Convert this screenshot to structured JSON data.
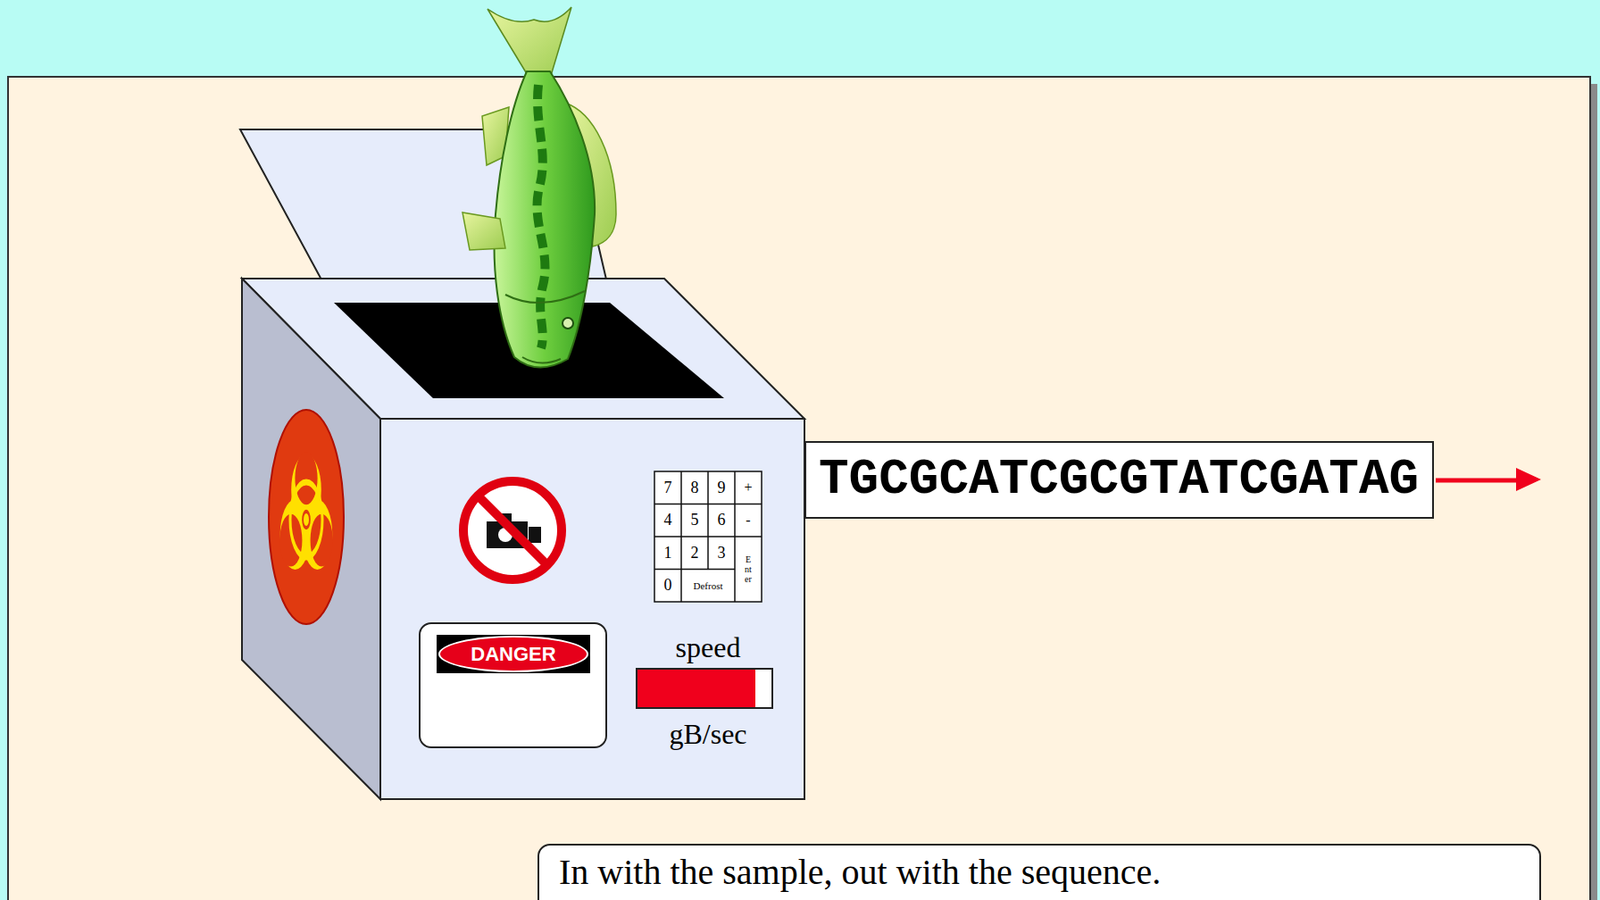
{
  "diagram": {
    "nodes": [
      {
        "text": [
          "TGCGCATCGCGTATCGATAG"
        ]
      },
      {
        "text": [
          "DANGER"
        ]
      },
      {
        "text": [
          "In with the sample, out with the sequence."
        ]
      }
    ],
    "labels": [
      "7",
      "8",
      "9",
      "+",
      "4",
      "5",
      "6",
      "-",
      "1",
      "2",
      "3",
      "Enter",
      "0",
      "Defrost",
      "speed",
      "gB/sec"
    ]
  }
}
